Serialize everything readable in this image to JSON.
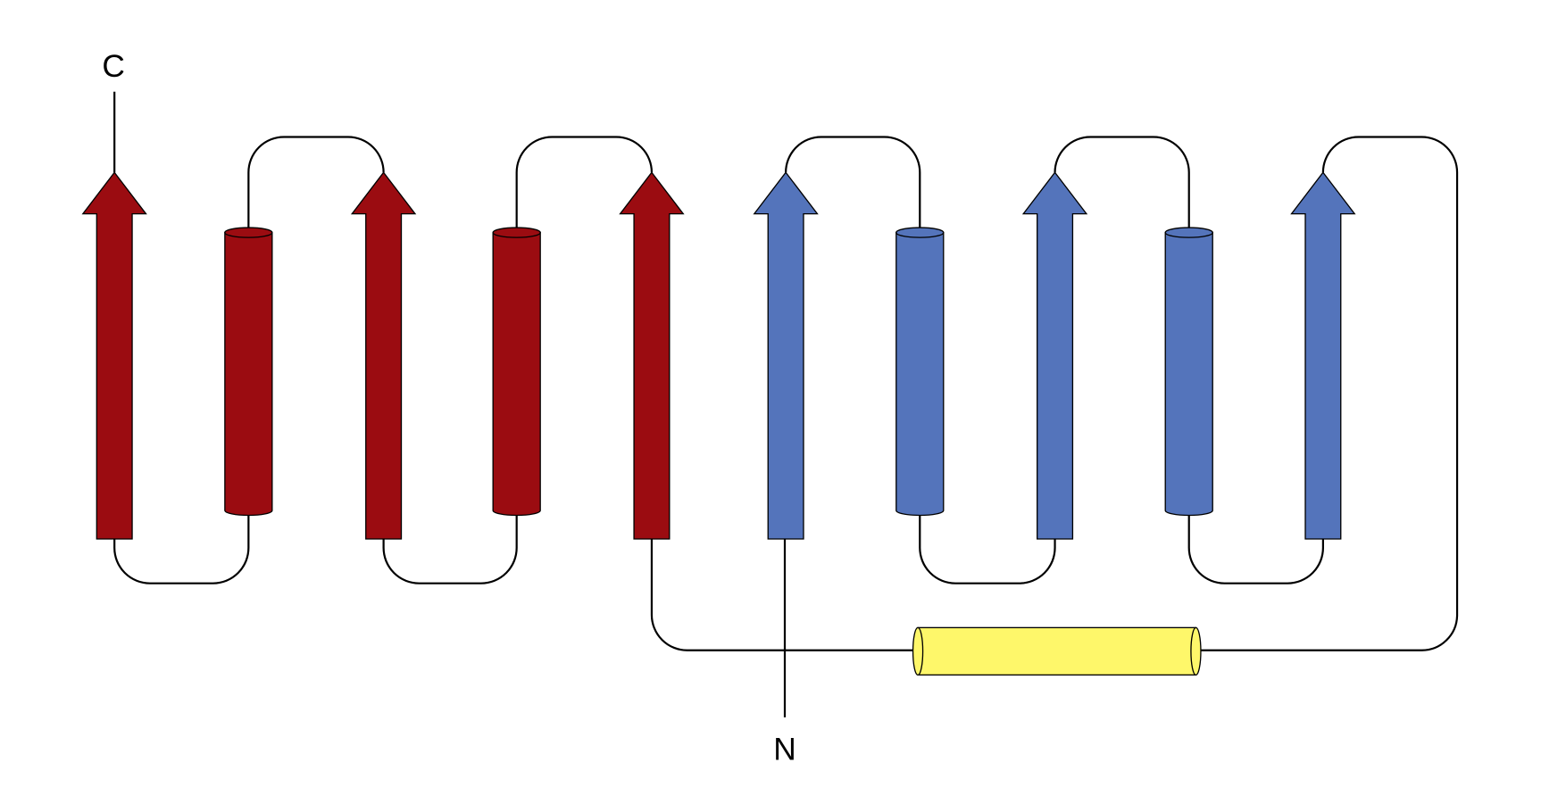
{
  "labels": {
    "c_terminus": "C",
    "n_terminus": "N"
  },
  "colors": {
    "domain1": "#9b0c11",
    "domain2": "#5474bb",
    "connecting_helix": "#fef76a"
  },
  "elements": {
    "domain1": [
      "strand",
      "helix",
      "strand",
      "helix",
      "strand"
    ],
    "domain2": [
      "strand",
      "helix",
      "strand",
      "helix",
      "strand"
    ],
    "linker": [
      "helix"
    ]
  }
}
